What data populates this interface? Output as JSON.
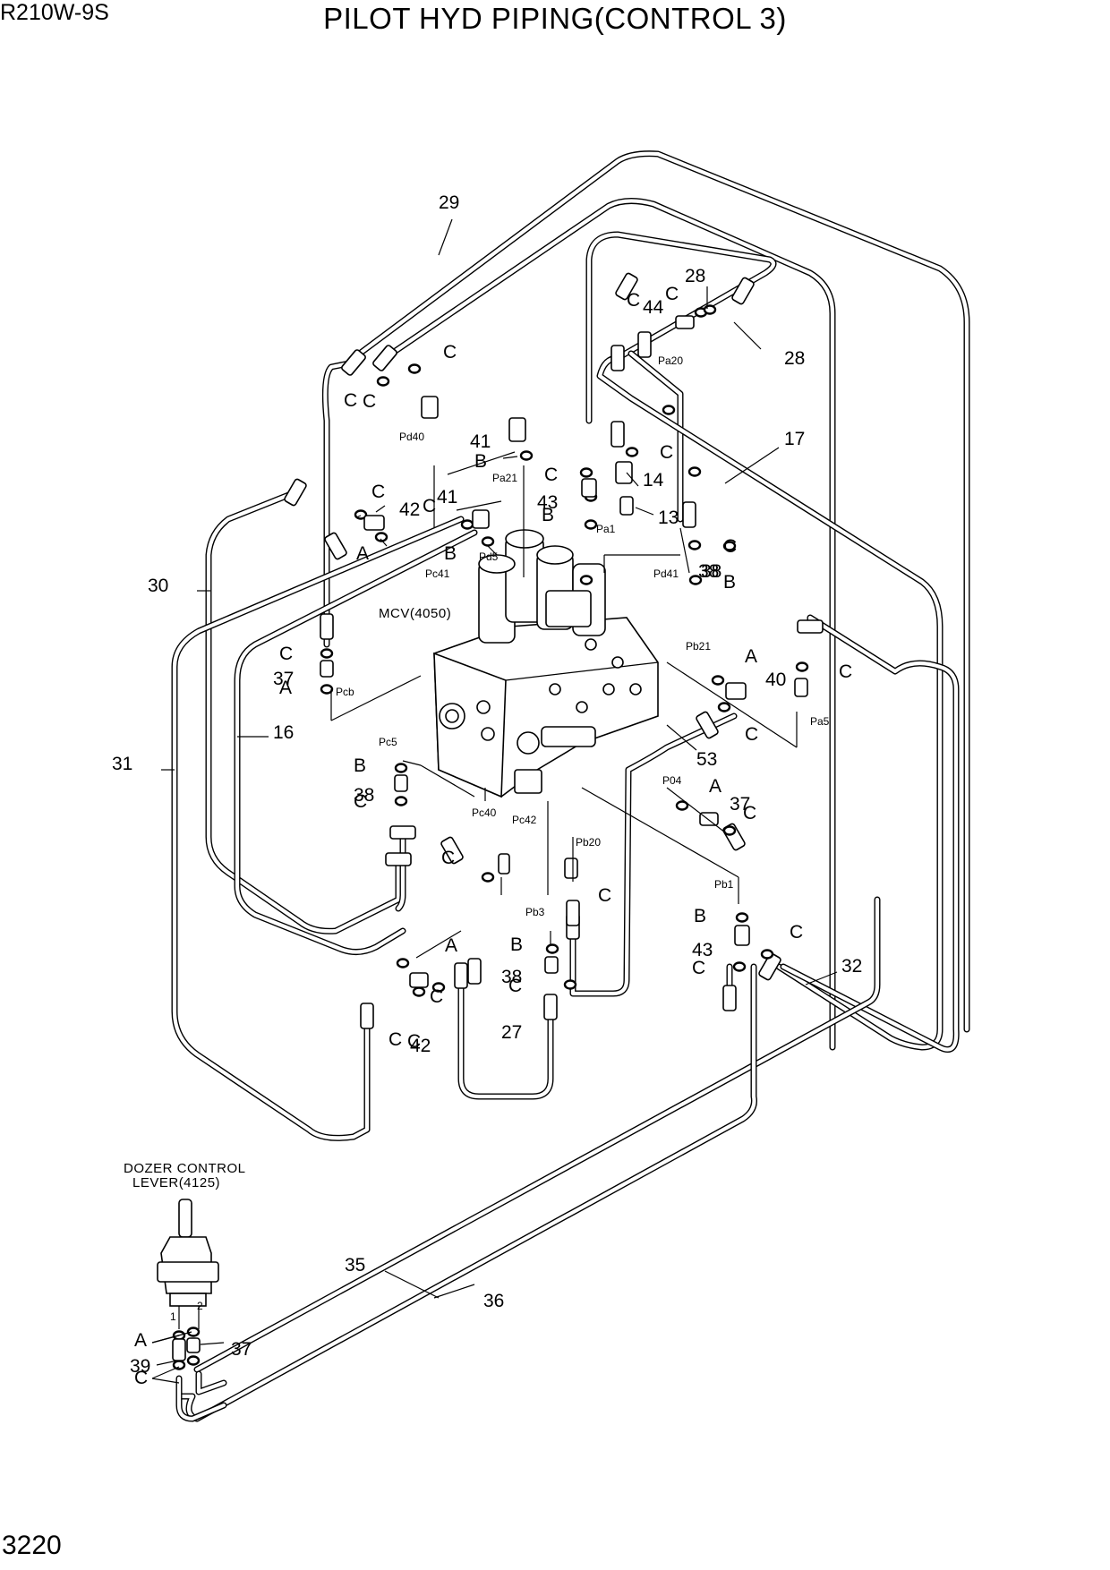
{
  "header": {
    "model": "R210W-9S",
    "title": "PILOT HYD PIPING(CONTROL 3)"
  },
  "footer": {
    "page_number": "3220"
  },
  "diagram": {
    "mcv_label": "MCV(4050)",
    "dozer_label_line1": "DOZER CONTROL",
    "dozer_label_line2": "LEVER(4125)",
    "lever_port_1": "1",
    "lever_port_2": "2",
    "part_numbers": {
      "p29": "29",
      "p28a": "28",
      "p28b": "28",
      "p17": "17",
      "p30": "30",
      "p31": "31",
      "p16": "16",
      "p53": "53",
      "p32": "32",
      "p35": "35",
      "p36": "36",
      "p27": "27",
      "p14": "14",
      "p13": "13",
      "p41a": "41",
      "p41b": "41",
      "p42a": "42",
      "p42b": "42",
      "p43a": "43",
      "p43b": "43",
      "p44": "44",
      "p38a": "38",
      "p38b": "38",
      "p38c": "38",
      "p38d": "38",
      "p37a": "37",
      "p37b": "37",
      "p37c": "37",
      "p40": "40",
      "p39": "39"
    },
    "ring_letters": {
      "c1": "C",
      "c2": "C",
      "c3": "C",
      "c4": "C",
      "c5": "C",
      "c6": "C",
      "c7": "C",
      "c8": "C",
      "c9": "C",
      "c10": "C",
      "c11": "C",
      "c12": "C",
      "c13": "C",
      "c14": "C",
      "c15": "C",
      "c16": "C",
      "c17": "C",
      "c18": "C",
      "c19": "C",
      "c20": "C",
      "c21": "C",
      "c22": "C",
      "c23": "C",
      "c24": "C",
      "b1": "B",
      "b2": "B",
      "b3": "B",
      "b4": "B",
      "b5": "B",
      "b6": "B",
      "b7": "B",
      "a1": "A",
      "a2": "A",
      "a3": "A",
      "a4": "A",
      "a5": "A",
      "a6": "A"
    },
    "ports": {
      "pd40": "Pd40",
      "pa21": "Pa21",
      "pa20": "Pa20",
      "pa1": "Pa1",
      "pd5": "Pd5",
      "pc41": "Pc41",
      "pd41": "Pd41",
      "pcb": "Pcb",
      "pb21": "Pb21",
      "pa5": "Pa5",
      "pc5": "Pc5",
      "pc40": "Pc40",
      "pc42": "Pc42",
      "p04": "P04",
      "pb20": "Pb20",
      "pb1": "Pb1",
      "pb3": "Pb3"
    }
  }
}
